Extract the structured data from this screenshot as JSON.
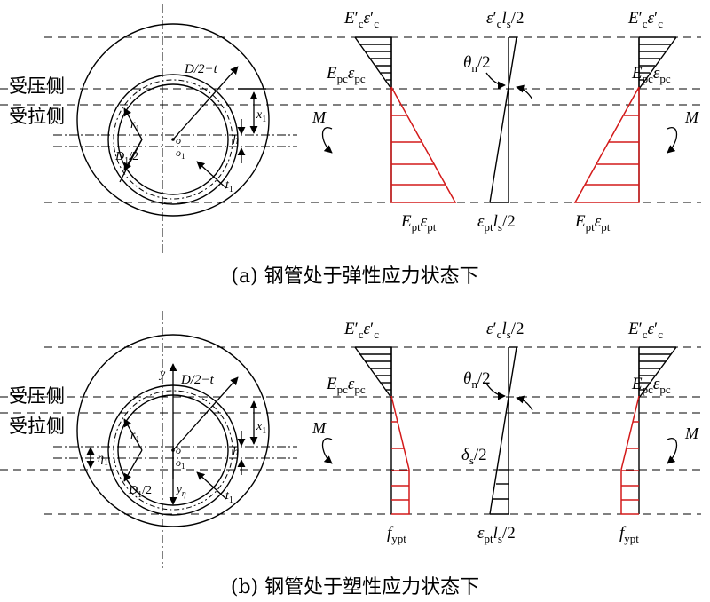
{
  "labels": {
    "compression_side": "受压侧",
    "tension_side": "受拉侧",
    "dim_outer_radius": "D/2−t",
    "dim_r1": "r",
    "dim_r1_sub": "1",
    "dim_D1_half": "D",
    "dim_D1_half_sub": "1",
    "dim_D1_half_tail": "/2",
    "center_o": "o",
    "center_o1": "o",
    "center_o1_sub": "1",
    "dim_x1": "x",
    "dim_x1_sub": "1",
    "dim_h": "h",
    "dim_t1": "t",
    "dim_t1_sub": "1",
    "axis_y": "y",
    "axis_y_eta": "y",
    "axis_y_eta_sub": "η",
    "dim_eta1": "η",
    "dim_eta1_sub": "1",
    "moment": "M"
  },
  "stress_labels": {
    "Ec_eps_c": {
      "E": "E",
      "prime": "′",
      "c": "c",
      "eps": "ε",
      "prime2": "′",
      "c2": "c"
    },
    "Epc_eps_pc": {
      "E": "E",
      "sub1": "pc",
      "eps": "ε",
      "sub2": "pc"
    },
    "Ept_eps_pt": {
      "E": "E",
      "sub1": "pt",
      "eps": "ε",
      "sub2": "pt"
    },
    "eps_c_ls": {
      "eps": "ε",
      "prime": "′",
      "c": "c",
      "l": "l",
      "s": "s",
      "tail": "/2"
    },
    "eps_pt_ls": {
      "eps": "ε",
      "pt": "pt",
      "l": "l",
      "s": "s",
      "tail": "/2"
    },
    "theta_n": {
      "theta": "θ",
      "n": "n",
      "tail": "/2"
    },
    "delta_s": {
      "delta": "δ",
      "s": "s",
      "tail": "/2"
    },
    "f_ypt": {
      "f": "f",
      "sub": "ypt"
    }
  },
  "captions": {
    "a": "(a) 钢管处于弹性应力状态下",
    "b": "(b) 钢管处于塑性应力状态下"
  },
  "colors": {
    "line": "#000000",
    "tension_stress": "#d31a1a",
    "background": "#ffffff"
  }
}
